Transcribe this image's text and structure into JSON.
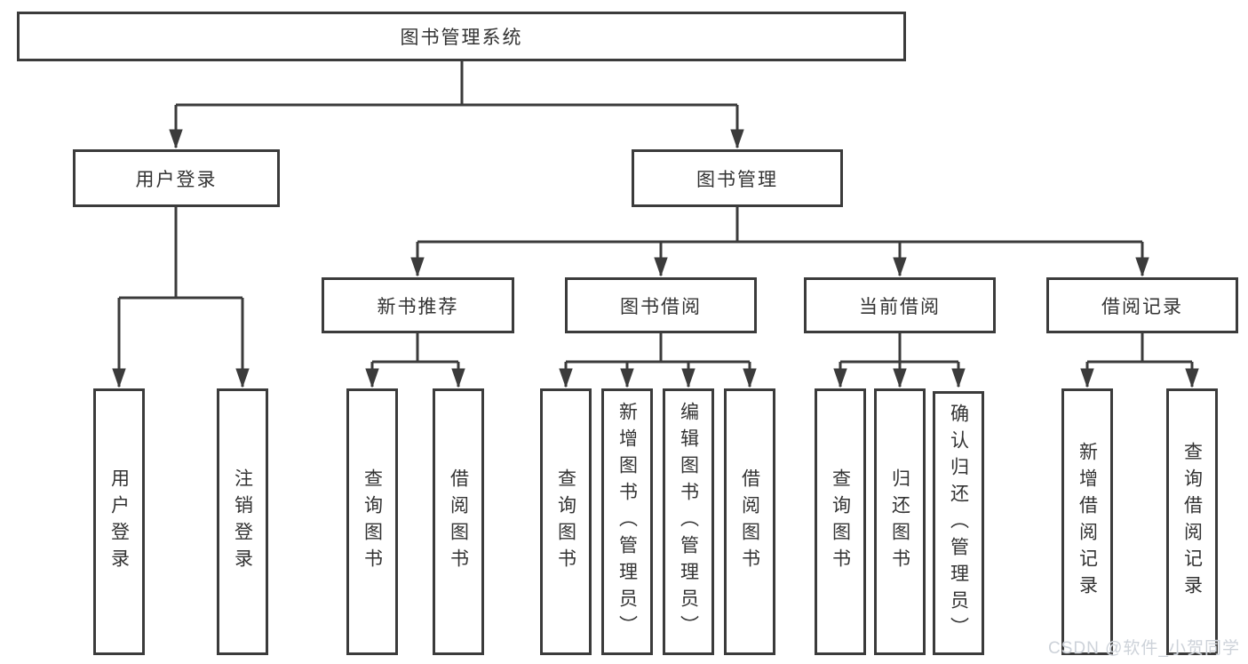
{
  "diagram": {
    "root": {
      "label": "图书管理系统"
    },
    "branches": [
      {
        "label": "用户登录",
        "children": [
          {
            "label": "用户登录"
          },
          {
            "label": "注销登录"
          }
        ]
      },
      {
        "label": "图书管理",
        "children": [
          {
            "label": "新书推荐",
            "children": [
              {
                "label": "查询图书"
              },
              {
                "label": "借阅图书"
              }
            ]
          },
          {
            "label": "图书借阅",
            "children": [
              {
                "label": "查询图书"
              },
              {
                "label": "新增图书（管理员）"
              },
              {
                "label": "编辑图书（管理员）"
              },
              {
                "label": "借阅图书"
              }
            ]
          },
          {
            "label": "当前借阅",
            "children": [
              {
                "label": "查询图书"
              },
              {
                "label": "归还图书"
              },
              {
                "label": "确认归还（管理员）"
              }
            ]
          },
          {
            "label": "借阅记录",
            "children": [
              {
                "label": "新增借阅记录"
              },
              {
                "label": "查询借阅记录"
              }
            ]
          }
        ]
      }
    ]
  },
  "watermark": {
    "text": "CSDN @软件_小贺同学"
  },
  "colors": {
    "line": "#3b3b3b",
    "box_border": "#3b3b3b",
    "text": "#333333",
    "background": "#ffffff",
    "watermark": "#cdd2d9"
  }
}
